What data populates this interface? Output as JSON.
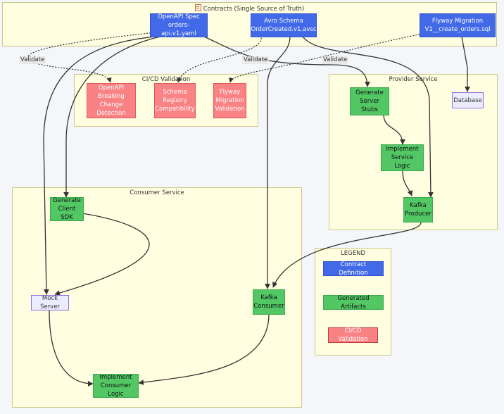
{
  "clusters": {
    "contracts": "Contracts (Single Source of Truth)",
    "cicd": "CI/CD Validation",
    "provider": "Provider Service",
    "consumer": "Consumer Service",
    "legend": "LEGEND"
  },
  "nodes": {
    "openapi_spec": "OpenAPI Spec\norders-api.v1.yaml",
    "avro_schema": "Avro Schema\nOrderCreated.v1.avsc",
    "flyway_migration": "Flyway Migration\nV1__create_orders.sql",
    "openapi_check": "OpenAPI\nBreaking Change\nDetection",
    "schema_registry": "Schema\nRegistry\nCompatibility",
    "flyway_validation": "Flyway\nMigration\nValidation",
    "generate_server_stubs": "Generate\nServer Stubs",
    "database": "Database",
    "implement_service_logic": "Implement\nService Logic",
    "kafka_producer": "Kafka\nProducer",
    "generate_client_sdk": "Generate\nClient SDK",
    "mock_server": "Mock Server",
    "kafka_consumer": "Kafka\nConsumer",
    "implement_consumer_logic": "Implement\nConsumer Logic"
  },
  "legend": {
    "contract": "Contract Definition",
    "generated": "Generated Artifacts",
    "cicd": "CI/CD Validation"
  },
  "edge_labels": {
    "validate_openapi": "Validate",
    "validate_avro": "Validate",
    "validate_flyway": "Validate"
  },
  "colors": {
    "contract": "#4169e8",
    "generated": "#52c764",
    "validation": "#f98284",
    "external": "#ececff",
    "cluster_bg": "#fffee0",
    "edge": "#333333"
  },
  "icons": {
    "contracts_title": "document-icon"
  }
}
